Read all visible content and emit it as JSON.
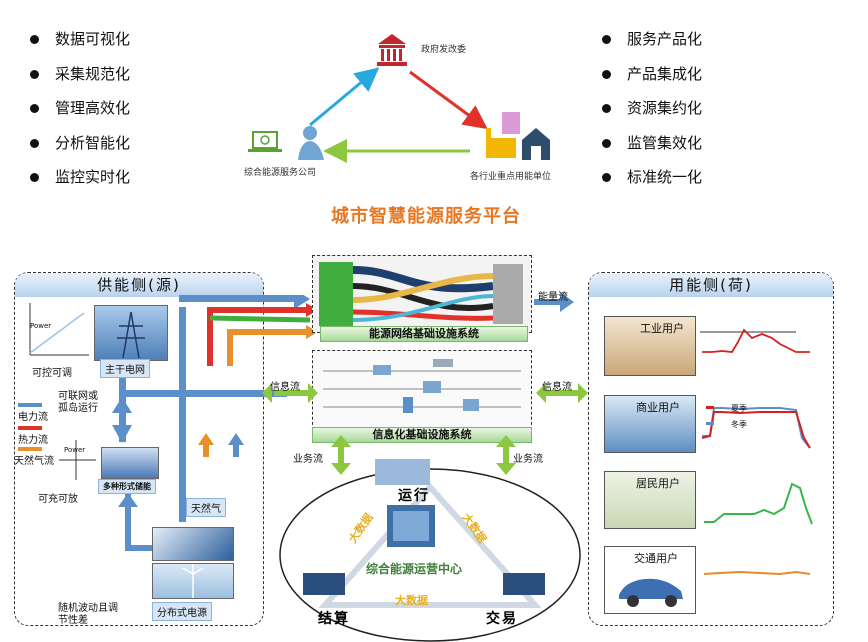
{
  "left_features": [
    "数据可视化",
    "采集规范化",
    "管理高效化",
    "分析智能化",
    "监控实时化"
  ],
  "right_features": [
    "服务产品化",
    "产品集成化",
    "资源集约化",
    "监管集效化",
    "标准统一化"
  ],
  "top_nodes": {
    "government": "政府发改委",
    "service_company": "综合能源服务公司",
    "key_users": "各行业重点用能单位"
  },
  "platform_title": "城市智慧能源服务平台",
  "supply": {
    "title": "供能侧(源)",
    "axis_top": "Power",
    "axis_bottom": "可控可调",
    "grid_label": "主干电网",
    "grid_mode": "可联网或\n孤岛运行",
    "legend": {
      "power": "电力流",
      "heat": "热力流",
      "gas": "天然气流"
    },
    "storage_axis": "Power",
    "storage_bottom": "可充可放",
    "storage_label": "多种形式储能",
    "gas_label": "天然气",
    "distributed_label": "分布式电源",
    "random_note": "随机波动且调\n节性差"
  },
  "center": {
    "network_system": "能源网络基础设施系统",
    "info_system": "信息化基础设施系统",
    "energy_flow": "能量流",
    "info_flow_left": "信息流",
    "info_flow_right": "信息流",
    "biz_flow_left": "业务流",
    "biz_flow_right": "业务流",
    "operation": "运行",
    "settlement": "结算",
    "trade": "交易",
    "ops_center": "综合能源运营中心",
    "big_data_1": "大数据",
    "big_data_2": "大数据",
    "big_data_3": "大数据"
  },
  "demand": {
    "title": "用能侧(荷)",
    "industrial": "工业用户",
    "commercial": "商业用户",
    "summer": "夏季",
    "winter": "冬季",
    "residential": "居民用户",
    "transport": "交通用户"
  },
  "colors": {
    "power": "#5b8fc9",
    "heat": "#e0322b",
    "gas": "#e8902a",
    "green": "#3fae3f",
    "line_red": "#d62020",
    "line_green": "#39b54a",
    "line_orange": "#e88a2a"
  }
}
